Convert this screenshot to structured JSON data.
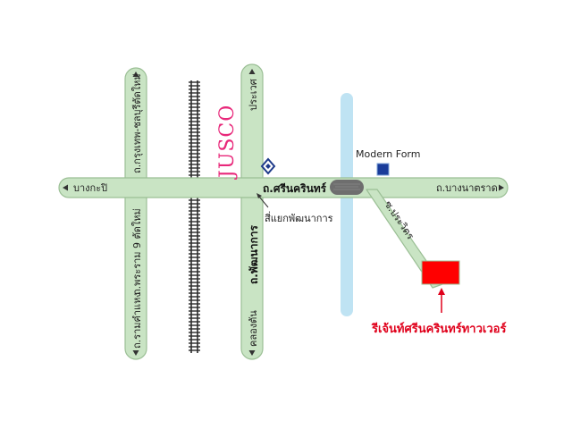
{
  "roads": {
    "main_road_label": "ถ.ศรีนครินทร์",
    "west_end": "บางกะปิ",
    "east_end": "ถ.บางนาตราด",
    "left_street_upper": "ถ.กรุงเทพ-ชลบุรีตัดใหม่",
    "left_street_lower": "ถ.พระราม 9 ตัดใหม่",
    "left_street_bottom": "ถ.รามคำแหง",
    "mid_street_top": "ประเวศ",
    "mid_street_label": "ถ.พัฒนาการ",
    "mid_street_bottom": "คลองตัน",
    "diagonal_street": "ซ.ประวิตร"
  },
  "places": {
    "junction": "สี่แยกพัฒนาการ",
    "jusco": "JUSCO",
    "modern_form": "Modern Form",
    "destination": "รีเจ้นท์ศรีนครินทร์ทาวเวอร์"
  },
  "colors": {
    "road_fill": "#c9e4c4",
    "road_stroke": "#9bbf95",
    "canal": "#bfe3f3",
    "railway": "#2b2b2b",
    "destination": "#ff0000",
    "destination_label": "#e0001b",
    "jusco": "#e8287a",
    "modern_form_square": "#1a3c9a",
    "bank_logo": "#1d3a8a",
    "oval_marker": "#6e6e6e"
  },
  "icons": {
    "bank_logo": "diamond-bank-logo-icon",
    "oval": "oval-landmark-icon",
    "modern_form": "blue-square-icon"
  }
}
